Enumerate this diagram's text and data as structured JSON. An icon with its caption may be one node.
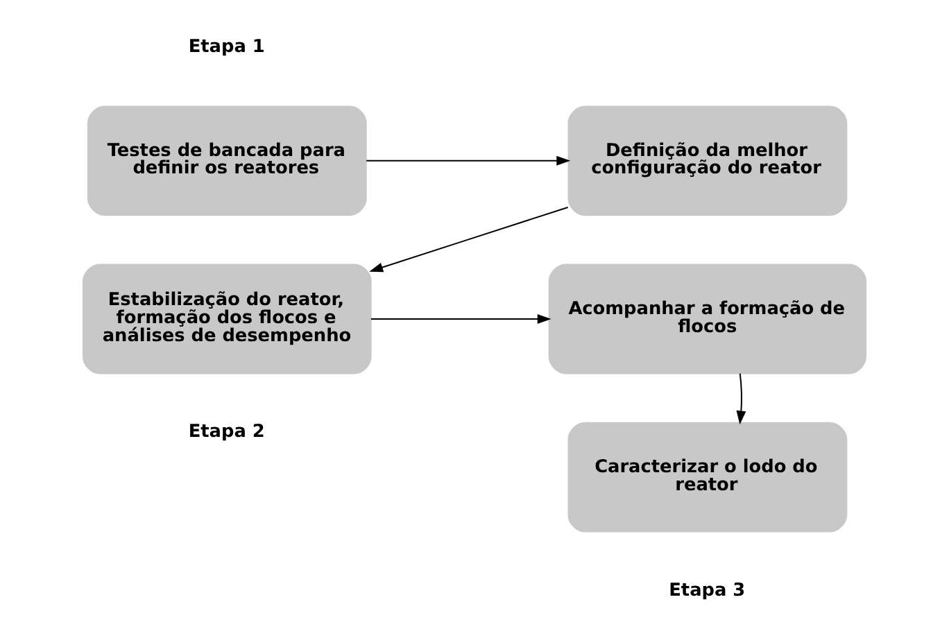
{
  "diagram": {
    "nodes": [
      {
        "text": [
          "Testes de bancada para definir os reatores"
        ],
        "beside": [
          "Etapa 1"
        ]
      },
      {
        "text": [
          "Definição da melhor configuração do reator"
        ]
      },
      {
        "text": [
          "Estabilização do reator, formação dos flocos e análises de desempenho"
        ],
        "beside": [
          "Etapa 2"
        ]
      },
      {
        "text": [
          "Acompanhar a formação de flocos"
        ]
      },
      {
        "text": [
          "Caracterizar o lodo do reator"
        ],
        "beside": [
          "Etapa 3"
        ]
      }
    ],
    "edges": [
      {
        "from": 0,
        "to": 1,
        "arrow": "to"
      },
      {
        "from": 1,
        "to": 2,
        "arrow": "to"
      },
      {
        "from": 2,
        "to": 3,
        "arrow": "to"
      },
      {
        "from": 3,
        "to": 4,
        "arrow": "to"
      }
    ]
  }
}
